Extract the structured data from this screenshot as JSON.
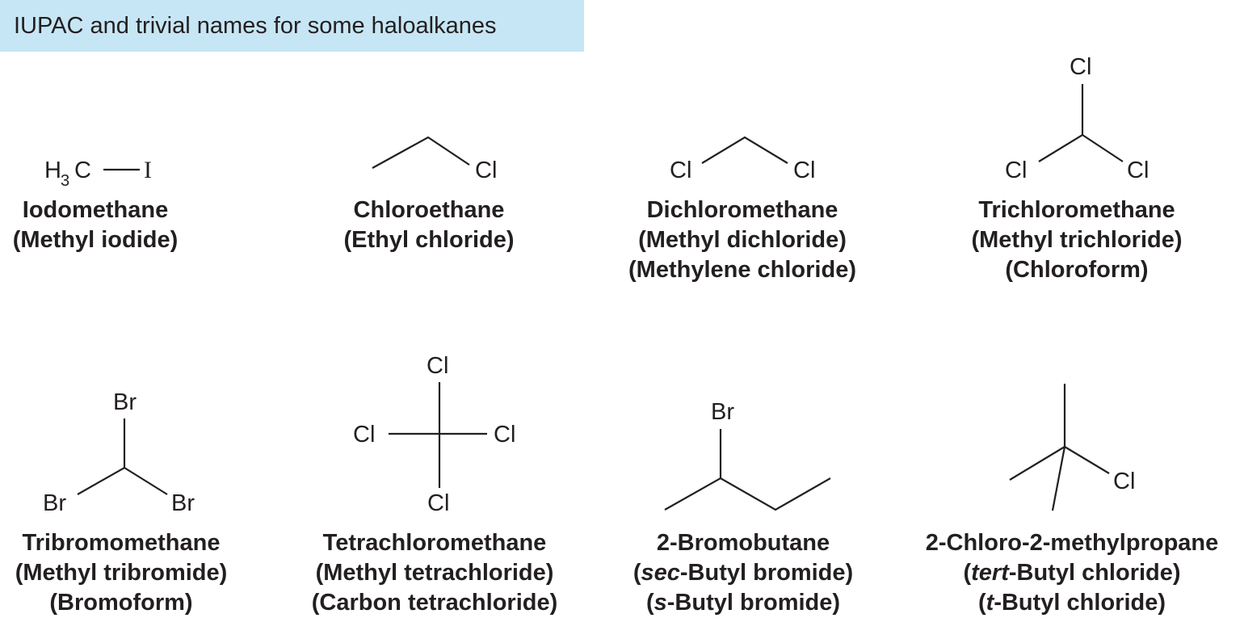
{
  "banner": {
    "title": "IUPAC and trivial names for some haloalkanes"
  },
  "structures": {
    "iodomethane": {
      "h": "H",
      "sub3": "3",
      "c": "C",
      "i": "I"
    },
    "chloroethane": {
      "cl": "Cl"
    },
    "dichloromethane": {
      "cl_left": "Cl",
      "cl_right": "Cl"
    },
    "trichloromethane": {
      "cl_top": "Cl",
      "cl_left": "Cl",
      "cl_right": "Cl"
    },
    "tribromomethane": {
      "br_top": "Br",
      "br_left": "Br",
      "br_right": "Br"
    },
    "tetrachloromethane": {
      "cl_top": "Cl",
      "cl_left": "Cl",
      "cl_right": "Cl",
      "cl_bottom": "Cl"
    },
    "bromobutane": {
      "br": "Br"
    },
    "chloromethylpropane": {
      "cl": "Cl"
    }
  },
  "captions": {
    "iodomethane": {
      "iupac": "Iodomethane",
      "trivial1": "(Methyl iodide)"
    },
    "chloroethane": {
      "iupac": "Chloroethane",
      "trivial1": "(Ethyl chloride)"
    },
    "dichloromethane": {
      "iupac": "Dichloromethane",
      "trivial1": "(Methyl dichloride)",
      "trivial2": "(Methylene chloride)"
    },
    "trichloromethane": {
      "iupac": "Trichloromethane",
      "trivial1": "(Methyl trichloride)",
      "trivial2": "(Chloroform)"
    },
    "tribromomethane": {
      "iupac": "Tribromomethane",
      "trivial1": "(Methyl tribromide)",
      "trivial2": "(Bromoform)"
    },
    "tetrachloromethane": {
      "iupac": "Tetrachloromethane",
      "trivial1": "(Methyl tetrachloride)",
      "trivial2": "(Carbon tetrachloride)"
    },
    "bromobutane": {
      "iupac": "2-Bromobutane",
      "trivial1_open": "(",
      "trivial1_prefix": "sec",
      "trivial1_rest": "-Butyl bromide)",
      "trivial2_open": "(",
      "trivial2_prefix": "s",
      "trivial2_rest": "-Butyl bromide)"
    },
    "chloromethylpropane": {
      "iupac": "2-Chloro-2-methylpropane",
      "trivial1_open": "(",
      "trivial1_prefix": "tert",
      "trivial1_rest": "-Butyl chloride)",
      "trivial2_open": "(",
      "trivial2_prefix": "t",
      "trivial2_rest": "-Butyl chloride)"
    }
  }
}
